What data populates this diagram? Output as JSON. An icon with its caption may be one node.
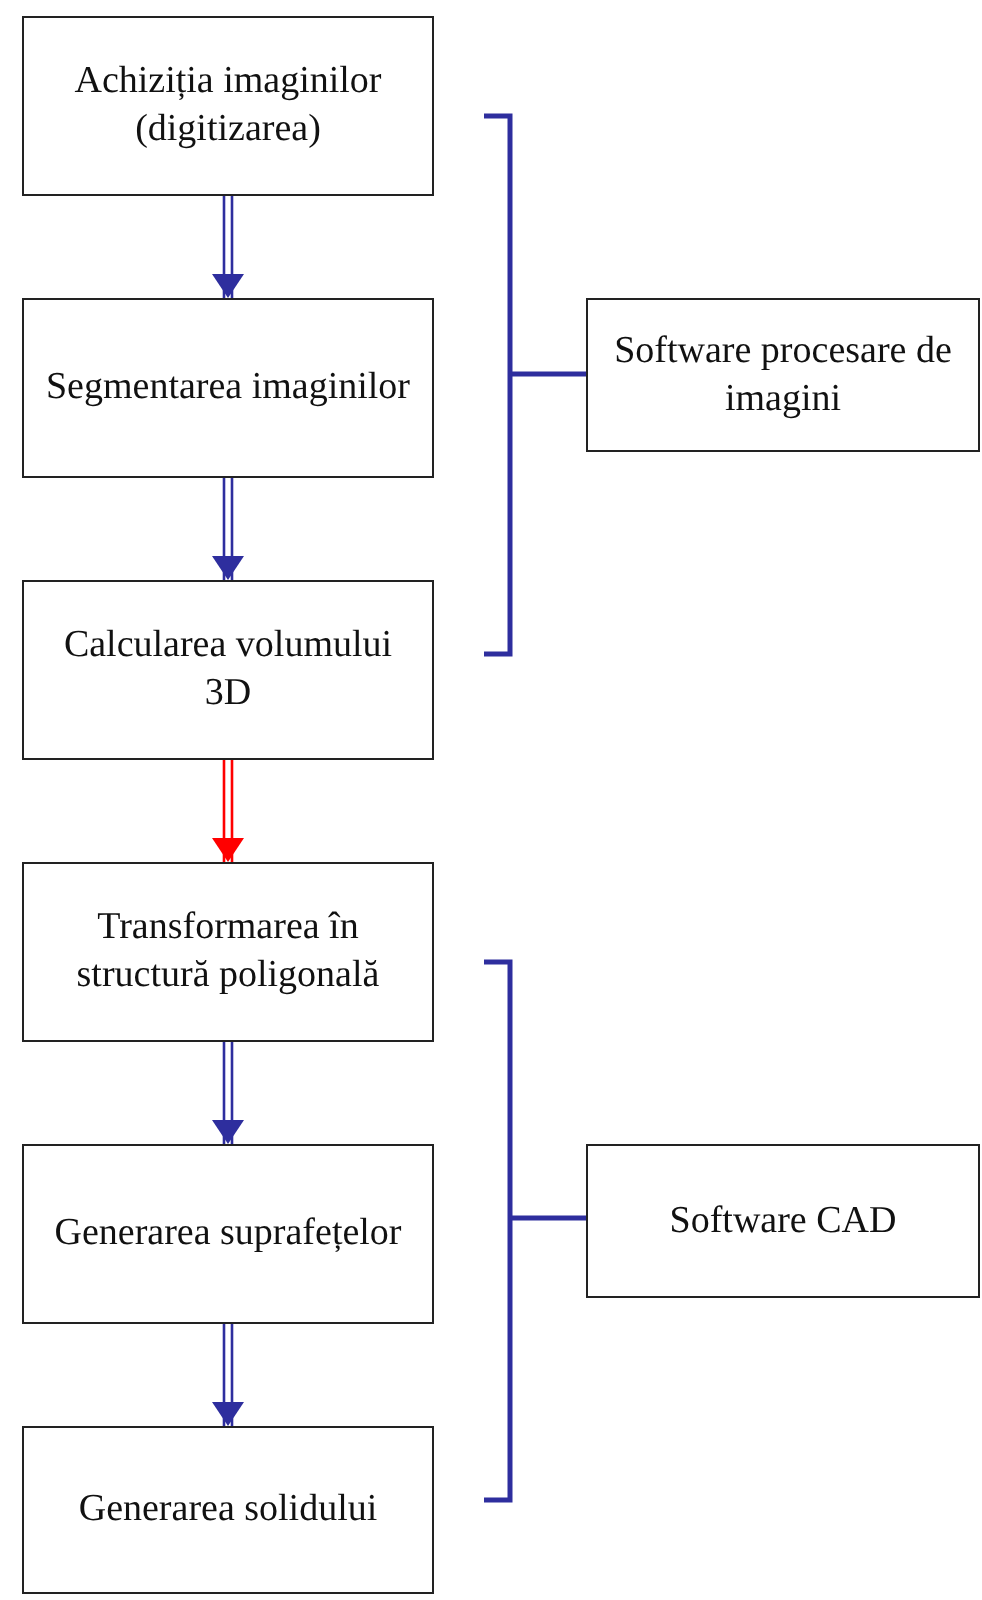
{
  "diagram": {
    "nodes": [
      {
        "text": [
          "Achiziția imaginilor (digitizarea)"
        ]
      },
      {
        "text": [
          "Segmentarea imaginilor"
        ]
      },
      {
        "text": [
          "Calcularea volumului 3D"
        ]
      },
      {
        "text": [
          "Transformarea în structură poligonală"
        ]
      },
      {
        "text": [
          "Generarea suprafețelor"
        ]
      },
      {
        "text": [
          "Generarea solidului"
        ]
      },
      {
        "text": [
          "Software procesare de imagini"
        ]
      },
      {
        "text": [
          "Software CAD"
        ]
      }
    ],
    "edges": [
      {
        "from": 0,
        "to": 1,
        "arrow": "to"
      },
      {
        "from": 1,
        "to": 2,
        "arrow": "to"
      },
      {
        "from": 2,
        "to": 3,
        "arrow": "to",
        "color": "#ff0000"
      },
      {
        "from": 3,
        "to": 4,
        "arrow": "to"
      },
      {
        "from": 4,
        "to": 5,
        "arrow": "to"
      }
    ]
  }
}
